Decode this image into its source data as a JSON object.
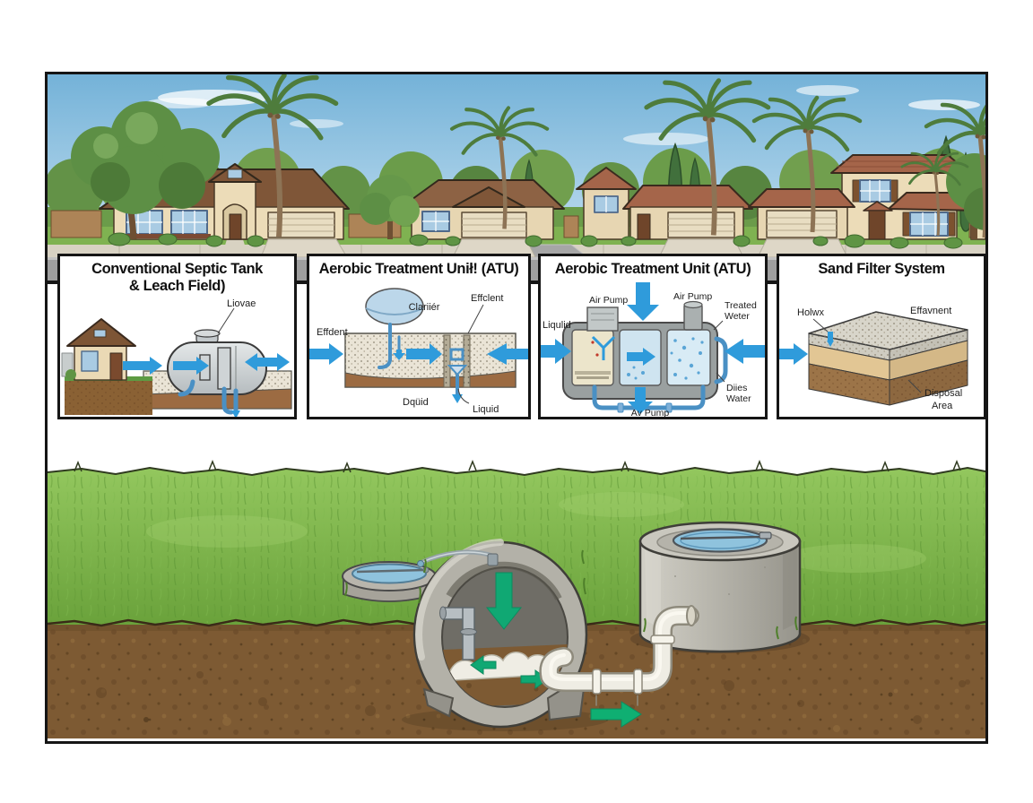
{
  "panels": [
    {
      "id": "conventional-septic",
      "title1": "Conventional Septic Tank",
      "title2": "& Leach Field)",
      "labels": {
        "tank": "Liovae"
      }
    },
    {
      "id": "aerobic-treatment-unit-1",
      "title": "Aerobic Treatment Unił! (ATU)",
      "labels": {
        "inlet": "Effdent",
        "clarifier": "Clariiér",
        "effluent": "Effclent",
        "bottom": "Dqüid",
        "liquid": "Liquid"
      }
    },
    {
      "id": "aerobic-treatment-unit-2",
      "title": "Aerobic Treatment Unit (ATU)",
      "labels": {
        "air_pump_left": "Air Pump",
        "air_pump_right": "Air Pump",
        "inlet": "Liqulid",
        "treated1": "Treated",
        "treated2": "Weter",
        "dies1": "Diies",
        "dies2": "Water",
        "bottom": "Av Pump"
      }
    },
    {
      "id": "sand-filter-system",
      "title": "Sand Filter System",
      "labels": {
        "left": "Holwx",
        "top": "Effavnent",
        "disposal1": "Disposal",
        "disposal2": "Area"
      }
    }
  ],
  "colors": {
    "arrow_blue": "#2f9bdb",
    "arrow_green": "#10a873",
    "pipe_blue": "#4a90c4",
    "sky": "#8cc0e0",
    "grass": "#7db64c",
    "soil": "#7d5a33",
    "concrete": "#b3b1a8",
    "roof_tile": "#a5654a",
    "stucco": "#ead9b5",
    "road": "#9e9e9e"
  }
}
